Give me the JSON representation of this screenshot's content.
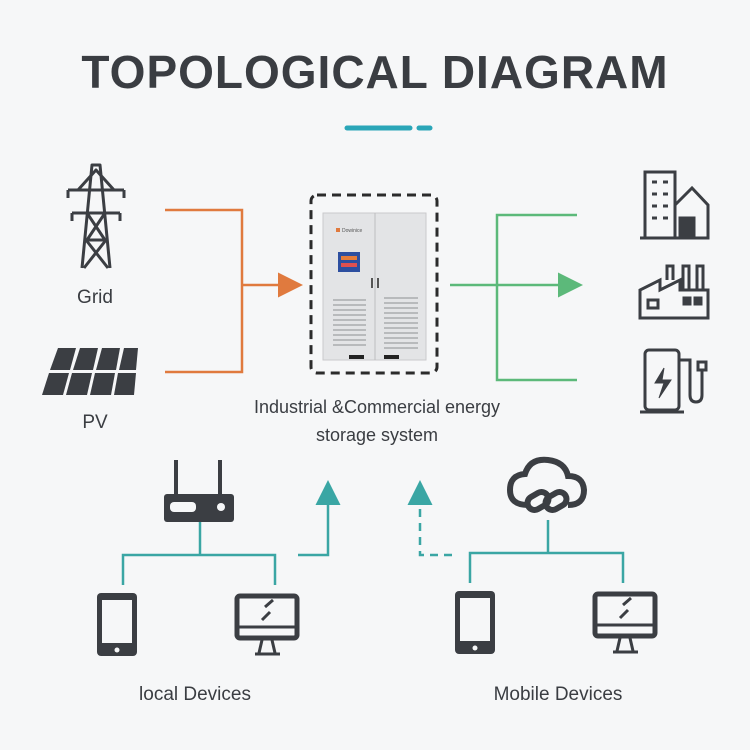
{
  "title": "TOPOLOGICAL DIAGRAM",
  "sources": [
    {
      "label": "Grid",
      "icon": "power-tower-icon"
    },
    {
      "label": "PV",
      "icon": "solar-panel-icon"
    }
  ],
  "center": {
    "line1": "Industrial &Commercial energy",
    "line2": "storage system",
    "brand": "Dowinice"
  },
  "loads": [
    {
      "icon": "building-icon"
    },
    {
      "icon": "factory-icon"
    },
    {
      "icon": "ev-charger-icon"
    }
  ],
  "groups": {
    "local": "local Devices",
    "mobile": "Mobile Devices"
  },
  "colors": {
    "text": "#3a3d42",
    "input_lines": "#e07a3e",
    "output_lines": "#5cb97a",
    "network_lines": "#3aa6a4",
    "accent": "#2aa6b8"
  }
}
